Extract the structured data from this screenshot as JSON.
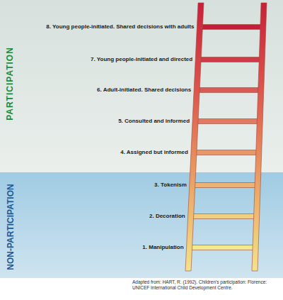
{
  "diagram": {
    "caption": "Adapted from: HART, R. (1992). Children's participation: Florence: UNICEF International Child Development Centre.",
    "nodes": [
      {
        "text": [
          "PARTICIPATION"
        ]
      },
      {
        "text": [
          "NON-PARTICIPATION"
        ]
      }
    ],
    "labels": [
      "8. Young people-initiated. Shared decisions with adults",
      "7. Young people-initiated and directed",
      "6. Adult-initiated. Shared decisions",
      "5. Consulted and informed",
      "4. Assigned but informed",
      "3. Tokenism",
      "2. Decoration",
      "1. Manipulation"
    ]
  }
}
